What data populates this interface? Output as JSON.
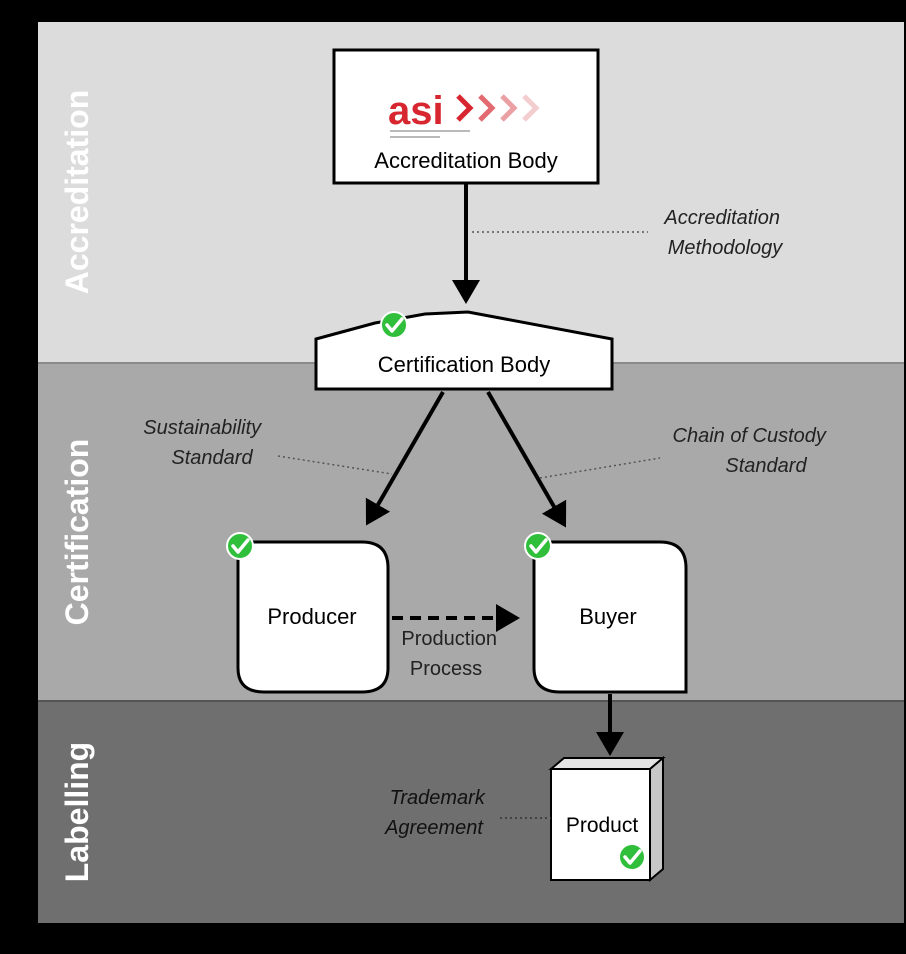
{
  "bands": {
    "accreditation": "Accreditation",
    "certification": "Certification",
    "labelling": "Labelling"
  },
  "nodes": {
    "accreditation_body": {
      "logo_text": "asi",
      "label": "Accreditation Body"
    },
    "certification_body": {
      "label": "Certification Body",
      "certified": true
    },
    "producer": {
      "label": "Producer",
      "certified": true
    },
    "buyer": {
      "label": "Buyer",
      "certified": true
    },
    "product": {
      "label": "Product",
      "certified": true
    }
  },
  "annotations": {
    "accreditation_methodology": [
      "Accreditation",
      "Methodology"
    ],
    "sustainability_standard": [
      "Sustainability",
      "Standard"
    ],
    "chain_of_custody_standard": [
      "Chain of Custody",
      "Standard"
    ],
    "production_process": [
      "Production",
      "Process"
    ],
    "trademark_agreement": [
      "Trademark",
      "Agreement"
    ]
  },
  "colors": {
    "frame": "#000000",
    "accreditation_band": "#dcdcdc",
    "certification_band": "#a9a9a9",
    "labelling_band": "#6f6f6f",
    "band_label": "#ffffff",
    "logo_red": "#d7262f",
    "check_green": "#2fbf3a",
    "edge": "#000000"
  }
}
